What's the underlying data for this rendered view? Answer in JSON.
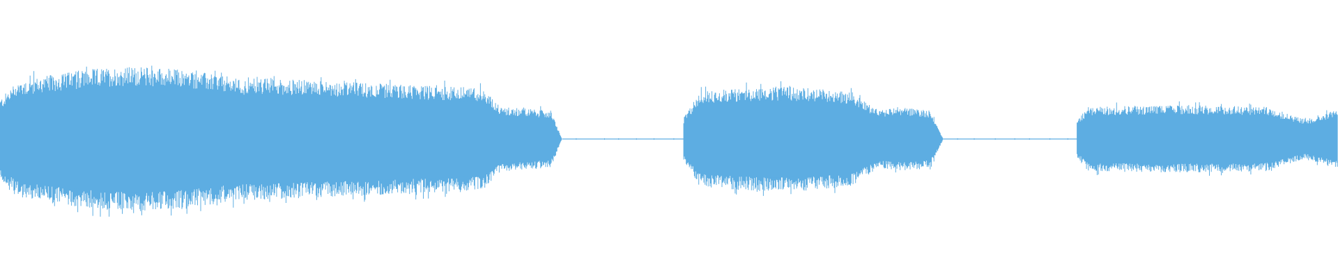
{
  "waveform": {
    "color": "#5dade2",
    "background": "#ffffff",
    "segments": [
      {
        "id": "segment-1",
        "start": 0.0,
        "end": 0.42,
        "peak": 0.58
      },
      {
        "id": "segment-2",
        "start": 0.511,
        "end": 0.705,
        "peak": 0.42
      },
      {
        "id": "segment-3",
        "start": 0.805,
        "end": 1.0,
        "peak": 0.27
      }
    ],
    "silences": [
      {
        "id": "silence-1",
        "start": 0.42,
        "end": 0.511
      },
      {
        "id": "silence-2",
        "start": 0.705,
        "end": 0.805
      }
    ]
  }
}
